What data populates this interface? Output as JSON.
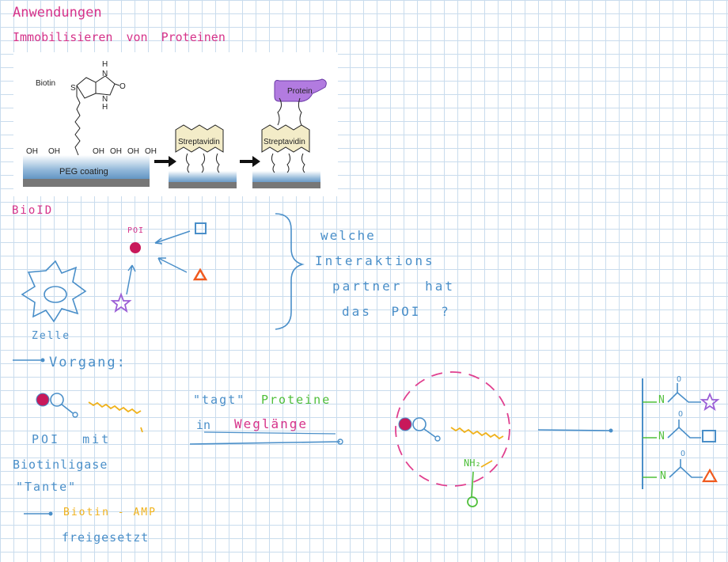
{
  "page": {
    "title": "Anwendungen",
    "subtitle": "Immobilisieren von Proteinen"
  },
  "figure": {
    "biotin_label": "Biotin",
    "s_label": "S",
    "h_label_top": "H",
    "n_label_top": "N",
    "o_label": "O",
    "n_label_bottom": "N",
    "h_label_bottom": "H",
    "oh_labels": [
      "OH",
      "OH",
      "OH",
      "OH",
      "OH",
      "OH"
    ],
    "peg_label": "PEG coating",
    "streptavidin_1": "Streptavidin",
    "streptavidin_2": "Streptavidin",
    "protein_label": "Protein"
  },
  "bioid": {
    "heading": "BioID",
    "poi_label": "POI",
    "cell_label": "Zelle",
    "question": [
      "welche",
      "Interaktions",
      "partner hat",
      "das POI ?"
    ],
    "vorgang": "Vorgang:",
    "poi_with": "POI mit",
    "biotinligase": "Biotinligase",
    "tante": "\"Tante\"",
    "biotin_amp": "Biotin - AMP",
    "freigesetzt": "freigesetzt",
    "tagt": "\"tagt\"",
    "proteine": "Proteine",
    "in": "in",
    "weglaenge": "Weglänge",
    "nh2": "NH₂",
    "n_labels": [
      "N",
      "N",
      "N"
    ],
    "o_labels": [
      "O",
      "O",
      "O"
    ]
  },
  "colors": {
    "pink": "#d6338a",
    "blue": "#4a8fc9",
    "orange": "#f05a1e",
    "purple": "#9b5fd6",
    "yellow": "#f0b21c",
    "green": "#4fbf3a",
    "magenta_dot": "#c8185a"
  }
}
